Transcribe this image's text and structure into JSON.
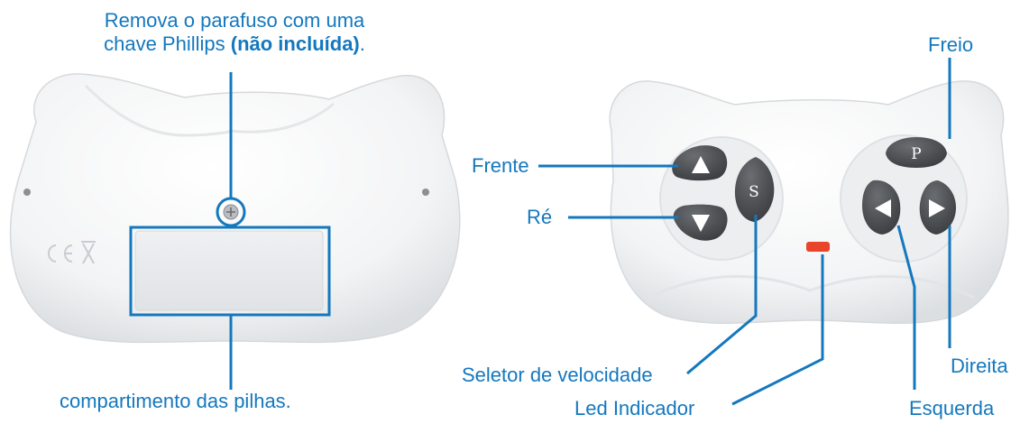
{
  "left_remote": {
    "screw_note_line1": "Remova o parafuso com uma",
    "screw_note_line2_prefix": "chave Phillips ",
    "screw_note_line2_bold": "(não incluída)",
    "screw_note_line2_suffix": ".",
    "battery_label": "compartimento das pilhas."
  },
  "right_remote": {
    "labels": {
      "frente": "Frente",
      "re": "Ré",
      "freio": "Freio",
      "seletor": "Seletor de velocidade",
      "led": "Led Indicador",
      "direita": "Direita",
      "esquerda": "Esquerda"
    },
    "buttons": {
      "park": "P",
      "speed": "S"
    }
  },
  "colors": {
    "callout": "#1478be",
    "button": "#4a4c50",
    "led": "#e8452a",
    "remote_body": "#f4f5f6"
  }
}
